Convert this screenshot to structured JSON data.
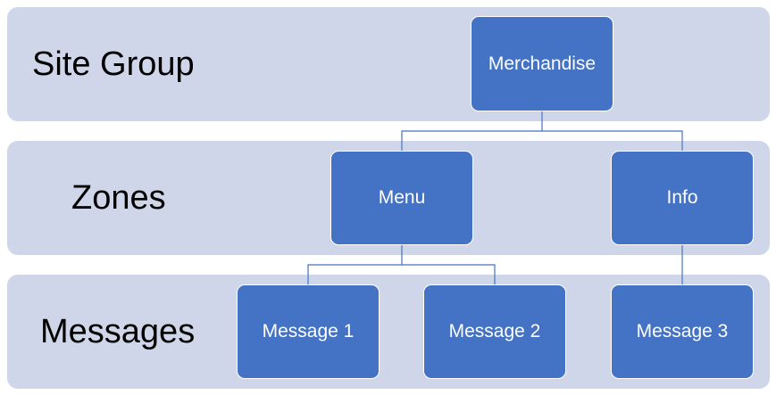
{
  "levels": {
    "site_group": "Site Group",
    "zones": "Zones",
    "messages": "Messages"
  },
  "nodes": {
    "merchandise": "Merchandise",
    "menu": "Menu",
    "info": "Info",
    "message_1": "Message 1",
    "message_2": "Message 2",
    "message_3": "Message 3"
  },
  "colors": {
    "band": "#d0d6ea",
    "node": "#4472c4",
    "connector": "#4472c4"
  }
}
